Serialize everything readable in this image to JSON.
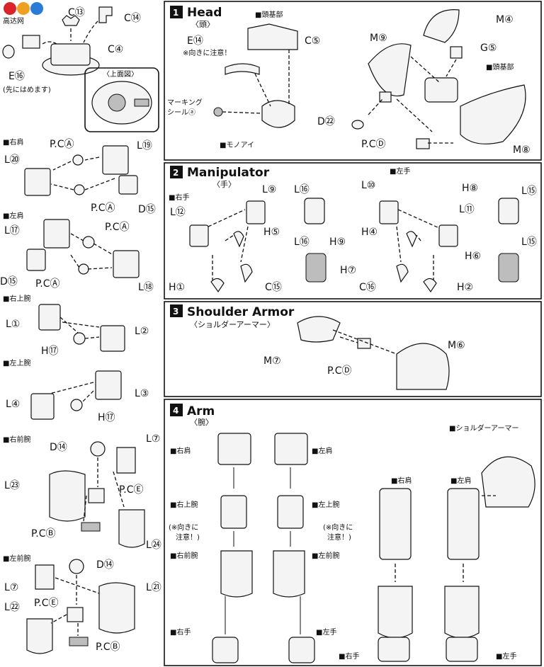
{
  "watermark": "高达网",
  "left_col": {
    "top_labels": [
      "C⑬",
      "C⑭",
      "C④",
      "E⑯"
    ],
    "top_note": "(先にはめます)",
    "inset_title": "〈上面図〉",
    "right_shoulder": {
      "title": "■右肩",
      "labels": [
        "P.CⒶ",
        "L⑲",
        "L⑳",
        "P.CⒶ",
        "D⑮"
      ]
    },
    "left_shoulder": {
      "title": "■左肩",
      "labels": [
        "L⑰",
        "P.CⒶ",
        "D⑮",
        "P.CⒶ",
        "L⑱"
      ]
    },
    "right_upper_arm": {
      "title": "■右上腕",
      "labels": [
        "L①",
        "L②",
        "H⑰"
      ]
    },
    "left_upper_arm": {
      "title": "■左上腕",
      "labels": [
        "L③",
        "L④",
        "H⑰"
      ]
    },
    "right_forearm": {
      "title": "■右前腕",
      "labels": [
        "D⑭",
        "L⑦",
        "L㉓",
        "P.CⒺ",
        "P.CⒷ",
        "L㉔"
      ]
    },
    "left_forearm": {
      "title": "■左前腕",
      "labels": [
        "D⑭",
        "L⑦",
        "L㉑",
        "P.CⒺ",
        "L㉒",
        "P.CⒷ"
      ]
    }
  },
  "steps": {
    "head": {
      "number": "1",
      "title": "Head",
      "subtitle": "〈頭〉",
      "notes": [
        "■頭基部",
        "※向きに注意！",
        "マーキング",
        "シールⓐ",
        "■モノアイ",
        "■頭基部"
      ],
      "labels": [
        "E⑭",
        "C⑤",
        "M⑨",
        "M④",
        "G⑤",
        "D㉒",
        "P.CⒹ",
        "M⑧"
      ]
    },
    "manipulator": {
      "number": "2",
      "title": "Manipulator",
      "subtitle": "〈手〉",
      "right_hand": "■右手",
      "left_hand": "■左手",
      "labels": [
        "L⑨",
        "L⑫",
        "H⑤",
        "L⑯",
        "H⑨",
        "L⑯",
        "H⑦",
        "H①",
        "C⑮",
        "L⑩",
        "L⑪",
        "H④",
        "C⑯",
        "H②",
        "H⑧",
        "L⑮",
        "H⑥",
        "L⑮"
      ]
    },
    "shoulder_armor": {
      "number": "3",
      "title": "Shoulder Armor",
      "subtitle": "〈ショルダーアーマー〉",
      "labels": [
        "M⑦",
        "P.CⒹ",
        "M⑥"
      ]
    },
    "arm": {
      "number": "4",
      "title": "Arm",
      "subtitle": "〈腕〉",
      "notes": [
        "■右肩",
        "■左肩",
        "■右上腕",
        "■左上腕",
        "(※向きに",
        "注意！)",
        "(※向きに",
        "注意！)",
        "■右前腕",
        "■左前腕",
        "■右手",
        "■左手",
        "■ショルダーアーマー",
        "■右肩",
        "■左肩",
        "■右手",
        "■左手"
      ]
    }
  }
}
